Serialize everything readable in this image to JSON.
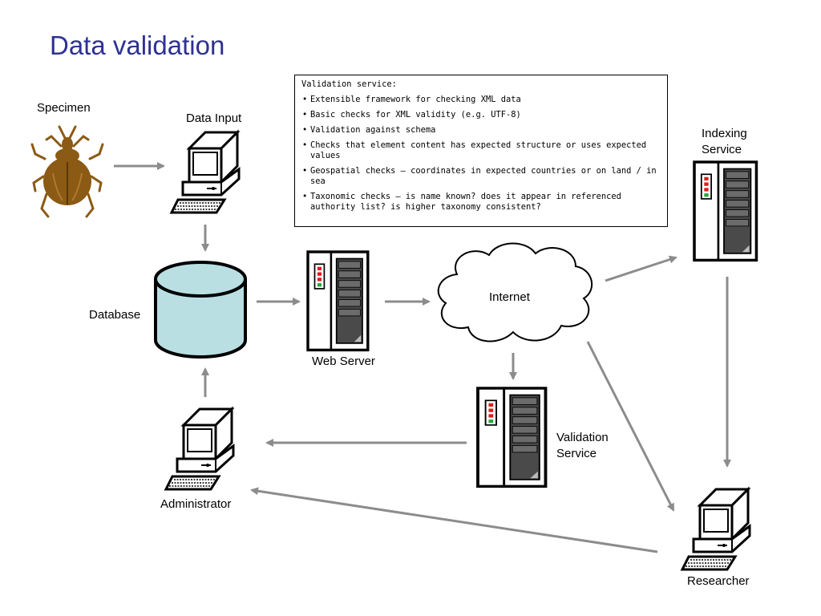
{
  "title": "Data validation",
  "labels": {
    "specimen": "Specimen",
    "data_input": "Data Input",
    "database": "Database",
    "web_server": "Web Server",
    "internet": "Internet",
    "indexing_service_line1": "Indexing",
    "indexing_service_line2": "Service",
    "validation_service_line1": "Validation",
    "validation_service_line2": "Service",
    "administrator": "Administrator",
    "researcher": "Researcher"
  },
  "validation_box": {
    "heading": "Validation service:",
    "items": [
      "Extensible framework for checking XML data",
      "Basic checks for XML validity (e.g. UTF-8)",
      "Validation against schema",
      "Checks that element content has expected structure or uses expected values",
      "Geospatial checks – coordinates in expected countries or on land / in sea",
      "Taxonomic checks – is name known?  does it appear in referenced authority list?  is higher taxonomy consistent?"
    ]
  },
  "colors": {
    "title": "#2e3192",
    "arrow": "#8c8c8c",
    "database_fill": "#b9dfe3",
    "beetle": "#8b5a14",
    "led_red": "#e01b1b",
    "led_green": "#22a83a"
  }
}
